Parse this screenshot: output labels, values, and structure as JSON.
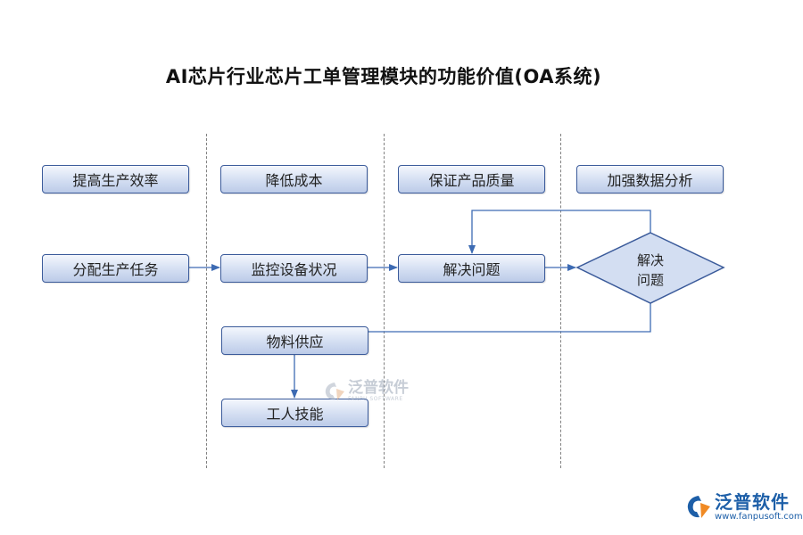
{
  "title": "AI芯片行业芯片工单管理模块的功能价值(OA系统)",
  "lane_headers": [
    "提高生产效率",
    "降低成本",
    "保证产品质量",
    "加强数据分析"
  ],
  "nodes": {
    "allocate_tasks": "分配生产任务",
    "monitor_equipment": "监控设备状况",
    "solve_problem": "解决问题",
    "decision": [
      "解决",
      "问题"
    ],
    "material_supply": "物料供应",
    "worker_skills": "工人技能"
  },
  "watermark": {
    "name": "泛普软件",
    "sub": "FANPU SOFTWARE"
  },
  "brand": {
    "name": "泛普软件",
    "url": "www.fanpusoft.com",
    "color": "#1d5fa8"
  },
  "colors": {
    "connector": "#3d6bb3",
    "box_border": "#3a5a9a"
  }
}
